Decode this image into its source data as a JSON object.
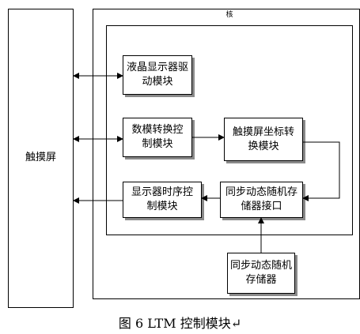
{
  "diagram": {
    "touchscreen_label": "触摸屏",
    "core_label": "核",
    "blocks": {
      "lcd_driver": "液晶显示器驱\n动模块",
      "dac_control": "数模转换控\n制模块",
      "coord_convert": "触摸屏坐标转\n换模块",
      "timing_control": "显示器时序控\n制模块",
      "sram_interface": "同步动态随机存\n储器接口",
      "sram": "同步动态随机\n存储器"
    },
    "caption": "图 6 LTM 控制模块↵"
  }
}
